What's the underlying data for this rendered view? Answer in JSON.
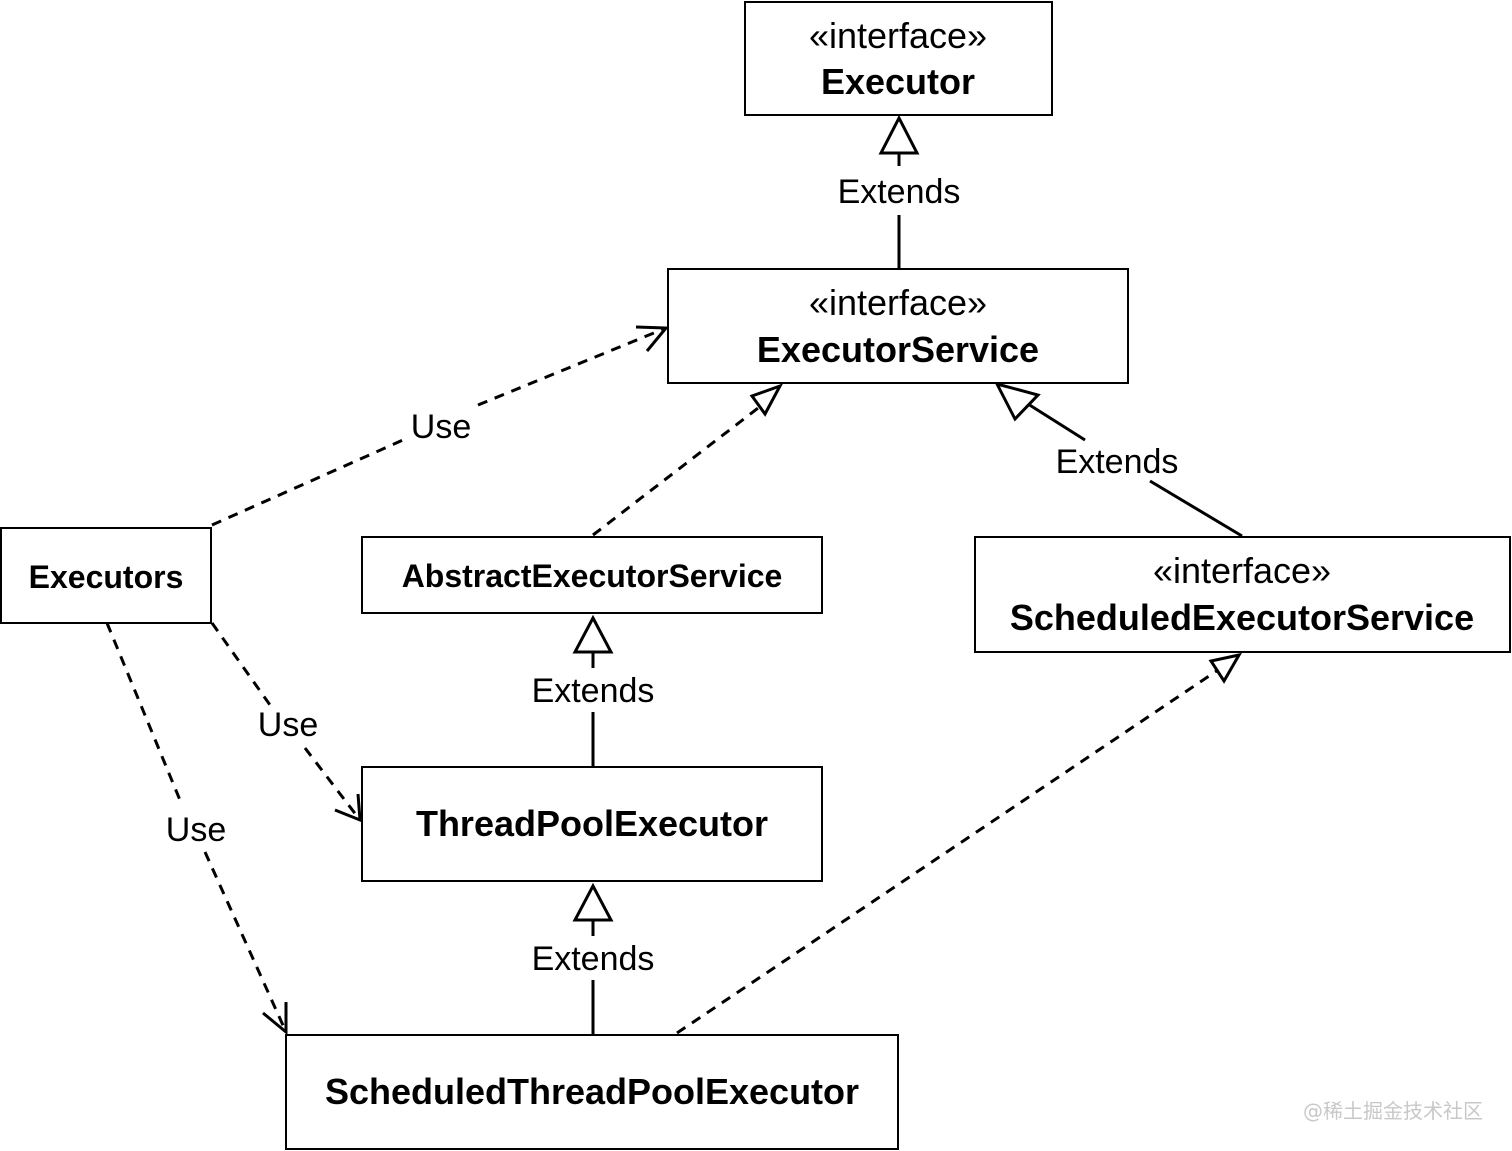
{
  "classes": {
    "executor": {
      "stereotype": "«interface»",
      "name": "Executor"
    },
    "executor_service": {
      "stereotype": "«interface»",
      "name": "ExecutorService"
    },
    "executors": {
      "name": "Executors"
    },
    "abstract_executor_service": {
      "name": "AbstractExecutorService"
    },
    "scheduled_executor_service": {
      "stereotype": "«interface»",
      "name": "ScheduledExecutorService"
    },
    "thread_pool_executor": {
      "name": "ThreadPoolExecutor"
    },
    "scheduled_thread_pool_executor": {
      "name": "ScheduledThreadPoolExecutor"
    }
  },
  "relations": {
    "executor_service_extends_executor": "Extends",
    "executors_use_executor_service": "Use",
    "scheduled_executor_service_extends_executor_service": "Extends",
    "thread_pool_executor_extends_abstract": "Extends",
    "executors_use_thread_pool_executor": "Use",
    "executors_use_scheduled_thread_pool_executor": "Use",
    "scheduled_thread_pool_executor_extends_thread_pool_executor": "Extends"
  },
  "watermark": "@稀土掘金技术社区"
}
